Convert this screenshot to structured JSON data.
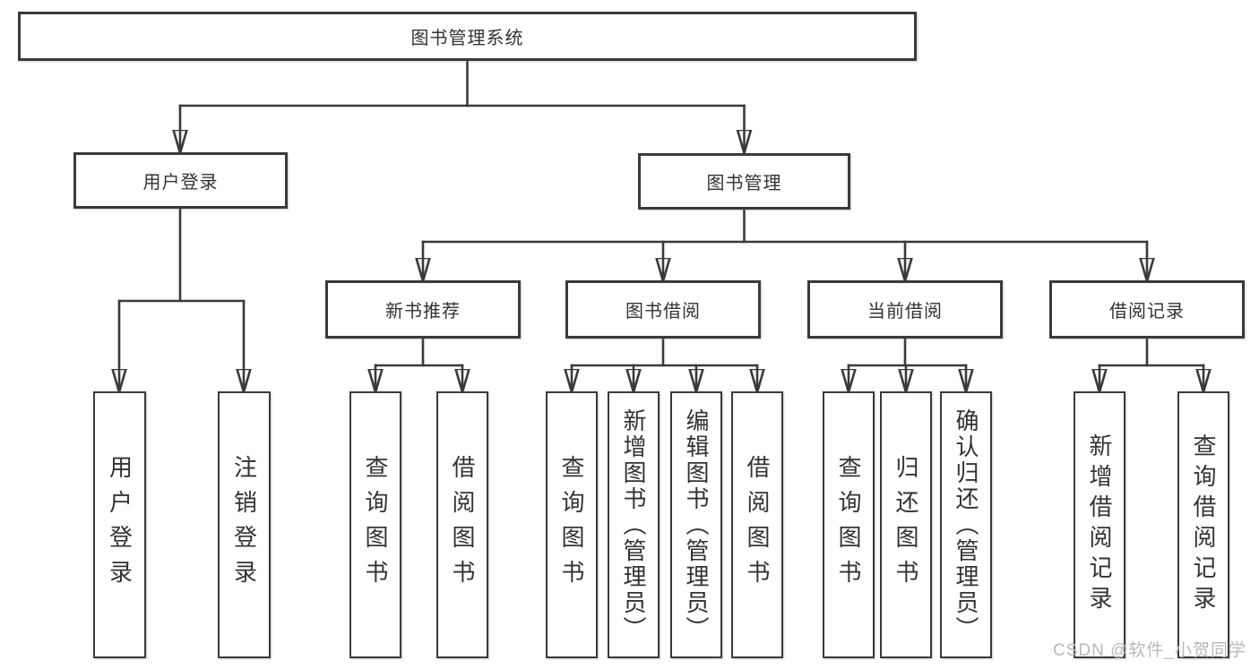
{
  "watermark": "CSDN @软件_小贺同学",
  "colors": {
    "line": "#3a3a3a",
    "text": "#333333",
    "box_bg": "#ffffff",
    "watermark": "#b9b9b9"
  },
  "tree": {
    "label": "图书管理系统",
    "children": [
      {
        "label": "用户登录",
        "children": [
          {
            "label": "用户登录"
          },
          {
            "label": "注销登录"
          }
        ]
      },
      {
        "label": "图书管理",
        "children": [
          {
            "label": "新书推荐",
            "children": [
              {
                "label": "查询图书"
              },
              {
                "label": "借阅图书"
              }
            ]
          },
          {
            "label": "图书借阅",
            "children": [
              {
                "label": "查询图书"
              },
              {
                "label": "新增图书（管理员）"
              },
              {
                "label": "编辑图书（管理员）"
              },
              {
                "label": "借阅图书"
              }
            ]
          },
          {
            "label": "当前借阅",
            "children": [
              {
                "label": "查询图书"
              },
              {
                "label": "归还图书"
              },
              {
                "label": "确认归还（管理员）"
              }
            ]
          },
          {
            "label": "借阅记录",
            "children": [
              {
                "label": "新增借阅记录"
              },
              {
                "label": "查询借阅记录"
              }
            ]
          }
        ]
      }
    ]
  }
}
